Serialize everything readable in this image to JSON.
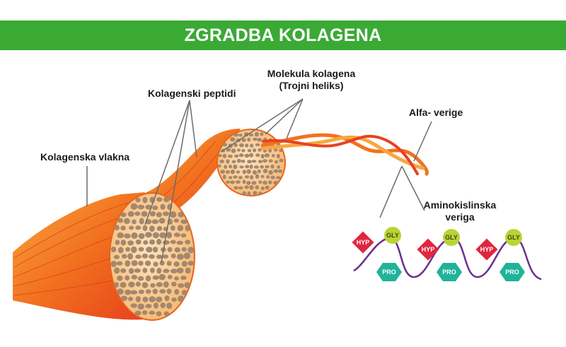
{
  "title": "ZGRADBA KOLAGENA",
  "labels": {
    "fibers": "Kolagenska vlakna",
    "peptides": "Kolagenski peptidi",
    "molecule_line1": "Molekula kolagena",
    "molecule_line2": "(Trojni heliks)",
    "alpha_chains": "Alfa- verige",
    "amino_line1": "Aminokislinska",
    "amino_line2": "veriga"
  },
  "amino_acids": {
    "hyp": "HYP",
    "gly": "GLY",
    "pro": "PRO"
  },
  "colors": {
    "banner": "#3aaa35",
    "fiber_dark": "#e8421e",
    "fiber_mid": "#f2711f",
    "fiber_light": "#f9a640",
    "cross_section": "#fbc58a",
    "granule": "#a3886e",
    "chain": "#6a2f8f",
    "hyp": "#e0263f",
    "gly": "#b8d437",
    "pro": "#1fb39a"
  }
}
